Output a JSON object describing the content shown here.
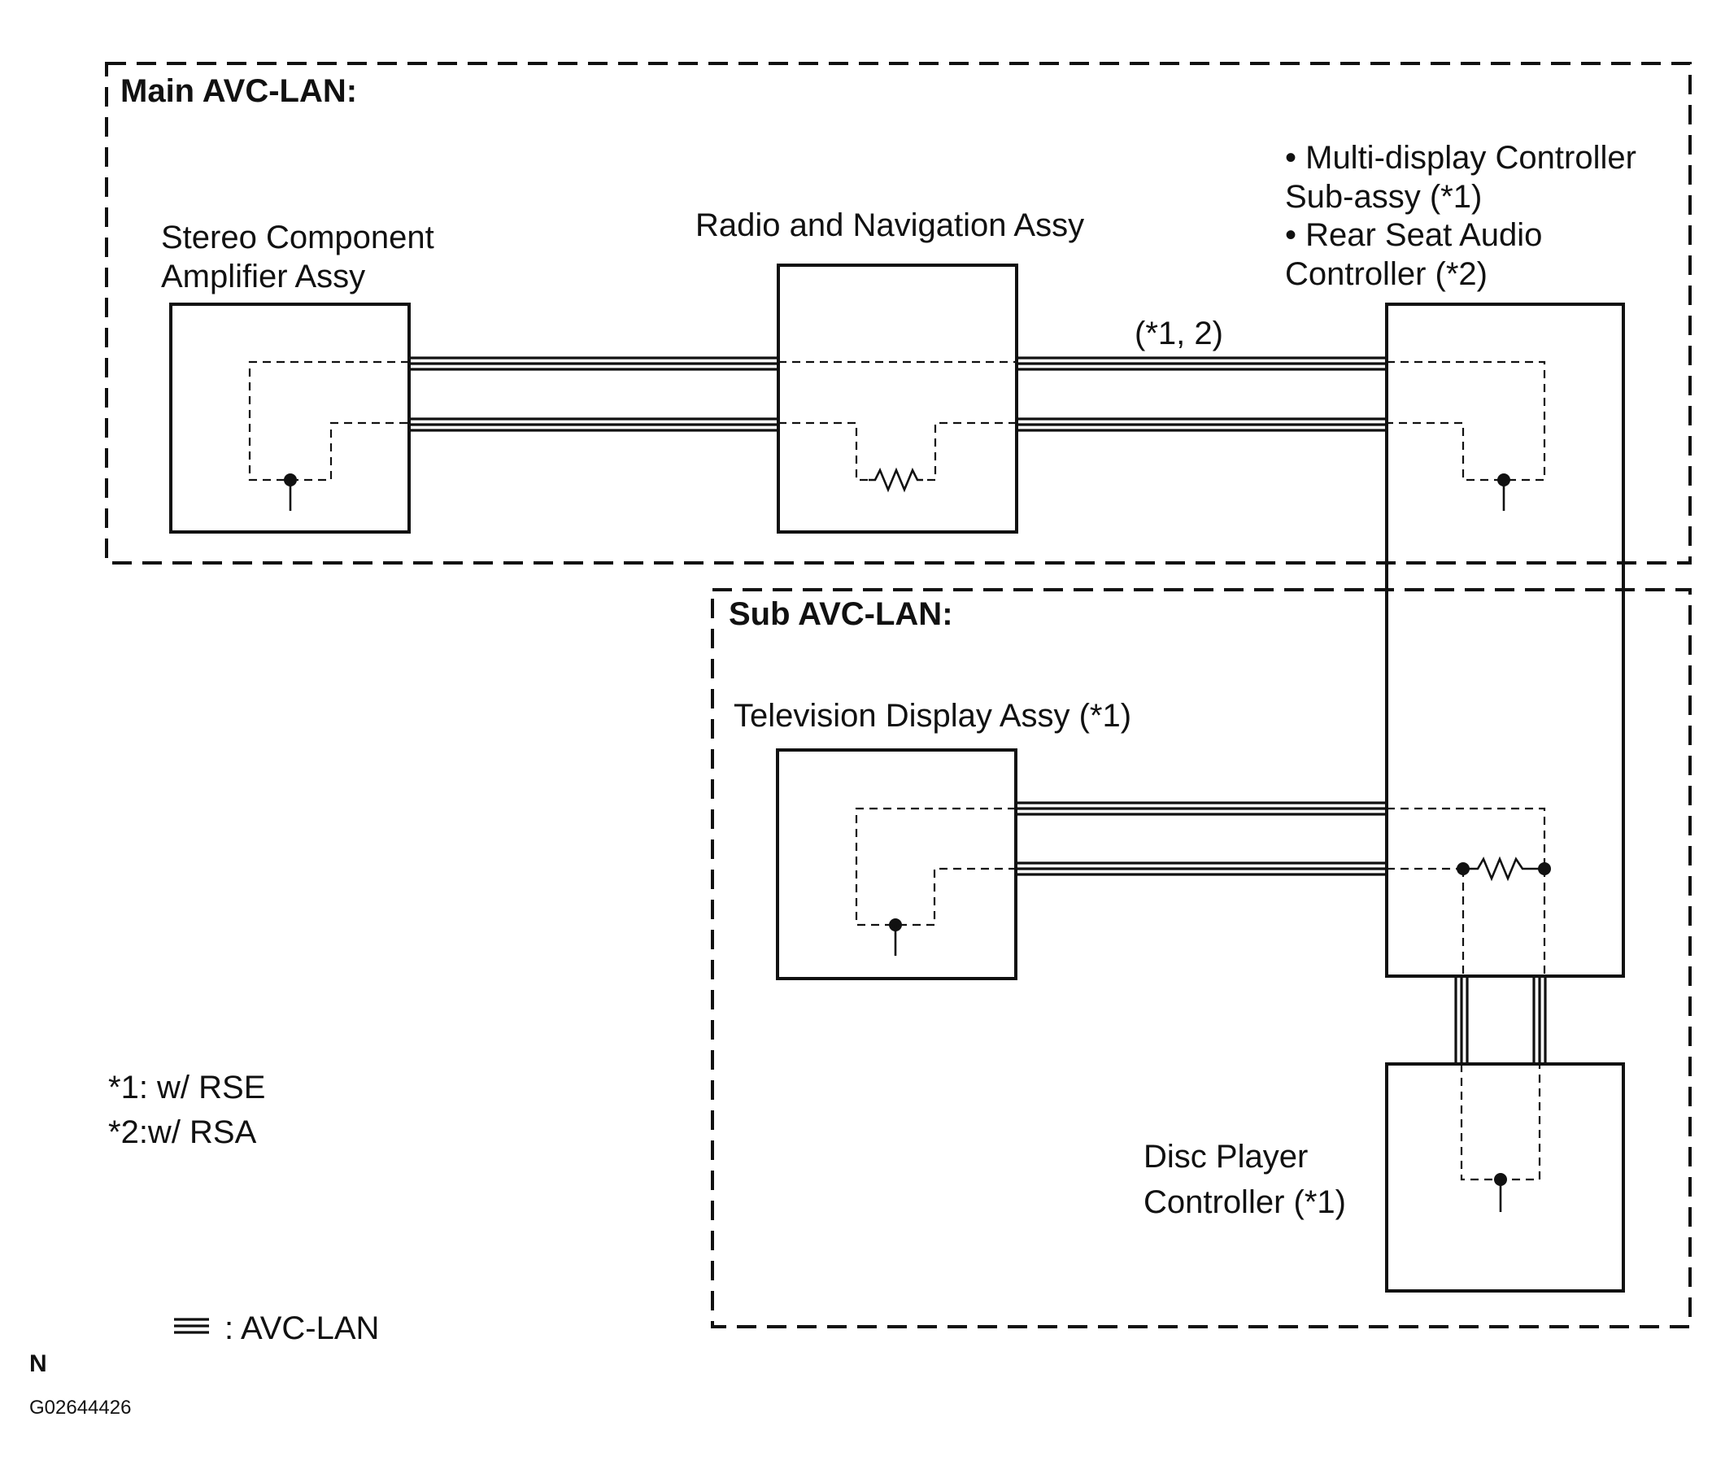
{
  "groups": {
    "main": {
      "title": "Main AVC-LAN:"
    },
    "sub": {
      "title": "Sub AVC-LAN:"
    }
  },
  "components": {
    "amplifier": {
      "line1": "Stereo Component",
      "line2": "Amplifier Assy"
    },
    "radio_nav": {
      "label": "Radio and Navigation Assy"
    },
    "multi_display": {
      "line1": "• Multi-display Controller",
      "line2": "Sub-assy (*1)",
      "line3": "• Rear Seat Audio",
      "line4": "Controller (*2)"
    },
    "tv_display": {
      "label": "Television Display Assy (*1)"
    },
    "disc_player": {
      "line1": "Disc Player",
      "line2": "Controller (*1)"
    }
  },
  "connection_label": "(*1, 2)",
  "notes": {
    "note1": "*1: w/ RSE",
    "note2": "*2:w/ RSA"
  },
  "legend": {
    "symbol": "≡",
    "text": ": AVC-LAN"
  },
  "footer": {
    "letter": "N",
    "code": "G02644426"
  }
}
